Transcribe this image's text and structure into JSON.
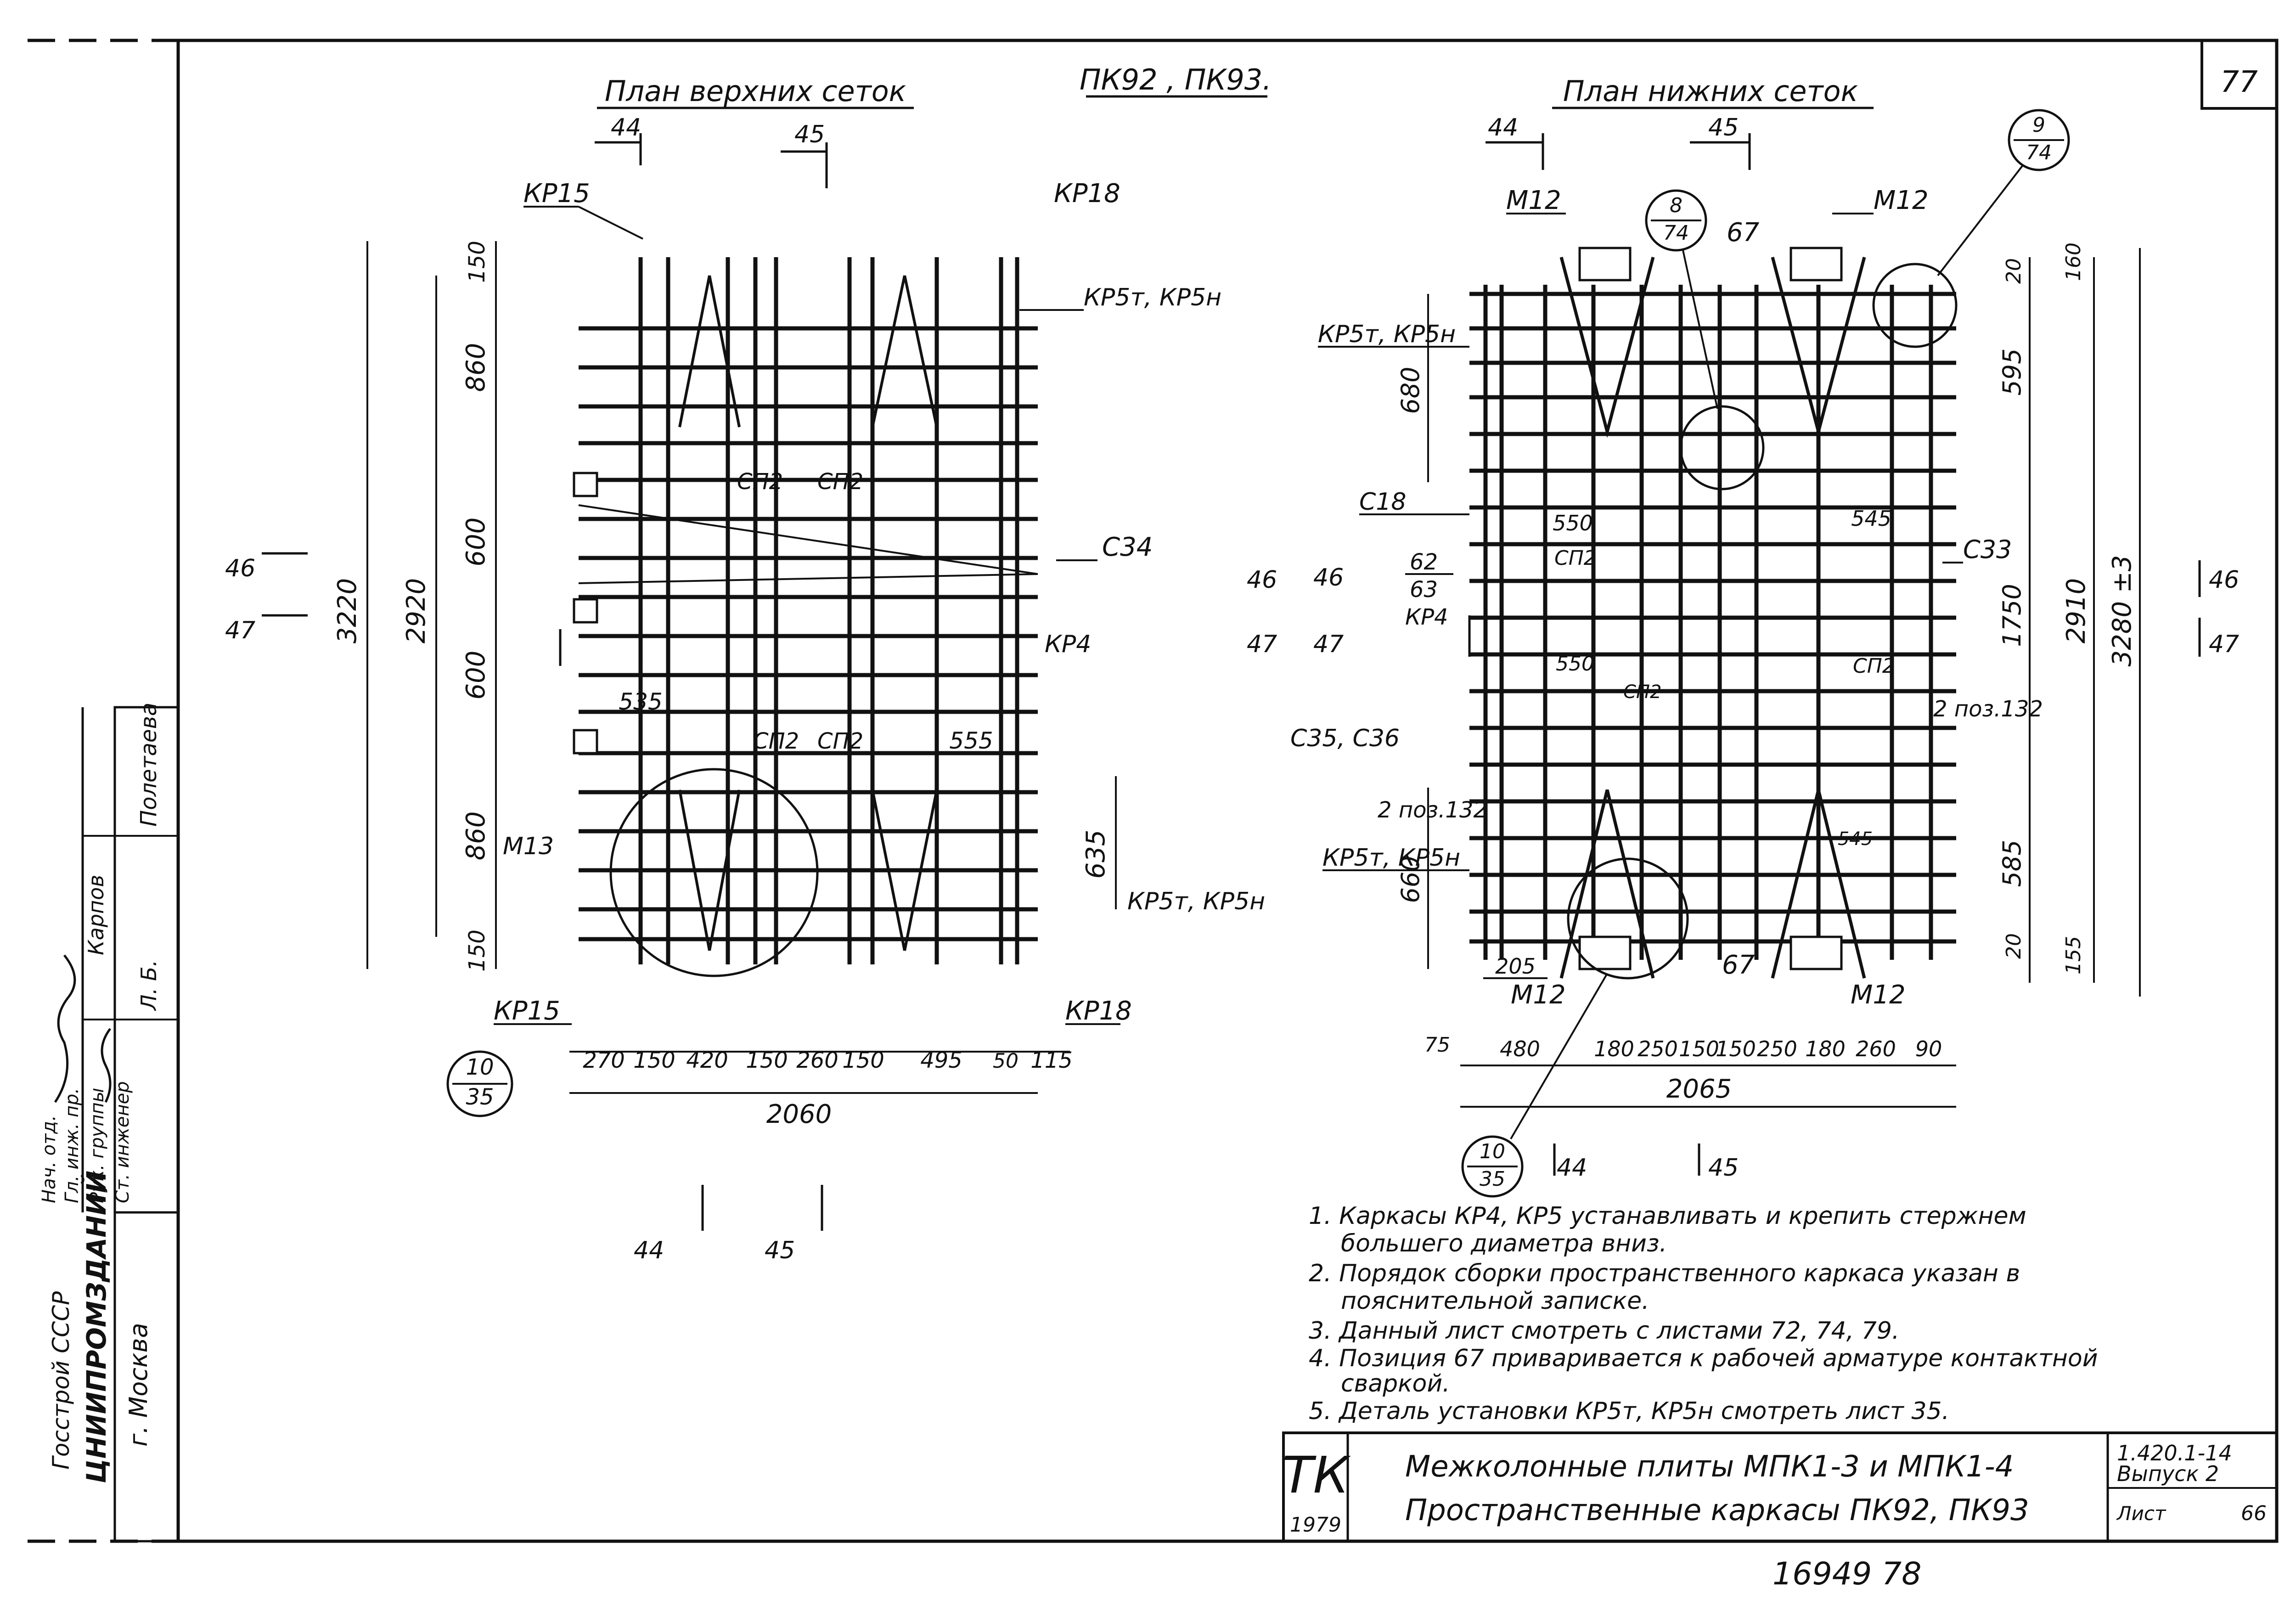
{
  "sheet": {
    "sheet_number": "77",
    "header_code": "ПК92 , ПК93.",
    "stamp_left": "1979",
    "stamp_letters": "ТК",
    "title_line1": "Межколонные плиты МПК1-3 и МПК1-4",
    "title_line2": "Пространственные каркасы ПК92, ПК93",
    "doc_code": "1.420.1-14",
    "issue": "Выпуск 2",
    "sheet_label": "Лист",
    "sheet_page": "66",
    "bottom_numbers": "16949 78"
  },
  "side_block": {
    "org1": "Госстрой СССР",
    "org2": "ЦНИИПРОМЗДАНИЙ",
    "city": "г. Москва",
    "roles": [
      "Нач. отд.",
      "Гл. инж. пр.",
      "Рук. группы",
      "Ст. инженер"
    ],
    "names": [
      "Карпов",
      "Полетаева",
      "Л. Б."
    ]
  },
  "left_plan": {
    "title": "План верхних сеток",
    "section_marks": [
      "44",
      "45",
      "46",
      "47"
    ],
    "labels": [
      "КР15",
      "КР18",
      "КР5т, КР5н",
      "СП2",
      "СП2",
      "С34",
      "КР4",
      "СП2",
      "СП2",
      "М13",
      "КР5т, КР5н",
      "КР15",
      "КР18"
    ],
    "vdims_outer": [
      "3220"
    ],
    "vdims_mid": [
      "2920"
    ],
    "vdims_inner": [
      "150",
      "860",
      "600",
      "600",
      "860",
      "150"
    ],
    "vdim_right": "635",
    "hdims_bottom": [
      "270",
      "150",
      "420",
      "150",
      "260",
      "150",
      "495",
      "50",
      "115"
    ],
    "hdim_total": "2060",
    "inner_dims": [
      "535",
      "555"
    ],
    "callout_num": "10",
    "callout_den": "35"
  },
  "right_plan": {
    "title": "План нижних сеток",
    "section_marks": [
      "44",
      "45",
      "46",
      "47"
    ],
    "labels": [
      "М12",
      "М12",
      "67",
      "КР5т, КР5н",
      "С18",
      "С33",
      "КР4",
      "С35, С36",
      "2 поз.132",
      "КР5т, КР5н",
      "М12",
      "67",
      "М12",
      "СП2",
      "СП2",
      "СП2",
      "2 поз.132"
    ],
    "positions": [
      "62",
      "63"
    ],
    "vdims_left": [
      "680",
      "660"
    ],
    "vdims_right": [
      "20",
      "595",
      "1750",
      "585",
      "20"
    ],
    "vdims_far": [
      "160",
      "155"
    ],
    "vdim_total": "2910",
    "vdim_outer": "3280 ±3",
    "inner_dims": [
      "550",
      "545",
      "550",
      "545"
    ],
    "hdims_bottom": [
      "75",
      "480",
      "180",
      "250",
      "150",
      "150",
      "250",
      "180",
      "260",
      "90"
    ],
    "hdim_small": "205",
    "hdim_total": "2065",
    "callout_a_num": "8",
    "callout_a_den": "74",
    "callout_b_num": "9",
    "callout_b_den": "74",
    "callout_c_num": "10",
    "callout_c_den": "35"
  },
  "notes": [
    "1. Каркасы КР4, КР5 устанавливать и крепить стержнем",
    "большего диаметра вниз.",
    "2. Порядок сборки пространственного каркаса указан в",
    "пояснительной записке.",
    "3. Данный лист смотреть с листами 72, 74, 79.",
    "4. Позиция 67 приваривается к рабочей арматуре контактной",
    "сваркой.",
    "5. Деталь установки КР5т, КР5н смотреть лист 35."
  ]
}
